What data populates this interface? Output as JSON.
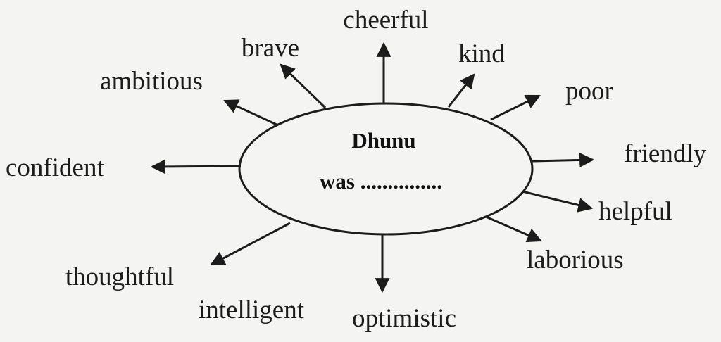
{
  "center": {
    "line1": "Dhunu",
    "line2": "was ..............."
  },
  "words": [
    "cheerful",
    "kind",
    "poor",
    "friendly",
    "helpful",
    "laborious",
    "optimistic",
    "intelligent",
    "thoughtful",
    "confident",
    "ambitious",
    "brave"
  ],
  "colors": {
    "ink": "#1c1c1c",
    "paper": "#f4f4f2"
  }
}
